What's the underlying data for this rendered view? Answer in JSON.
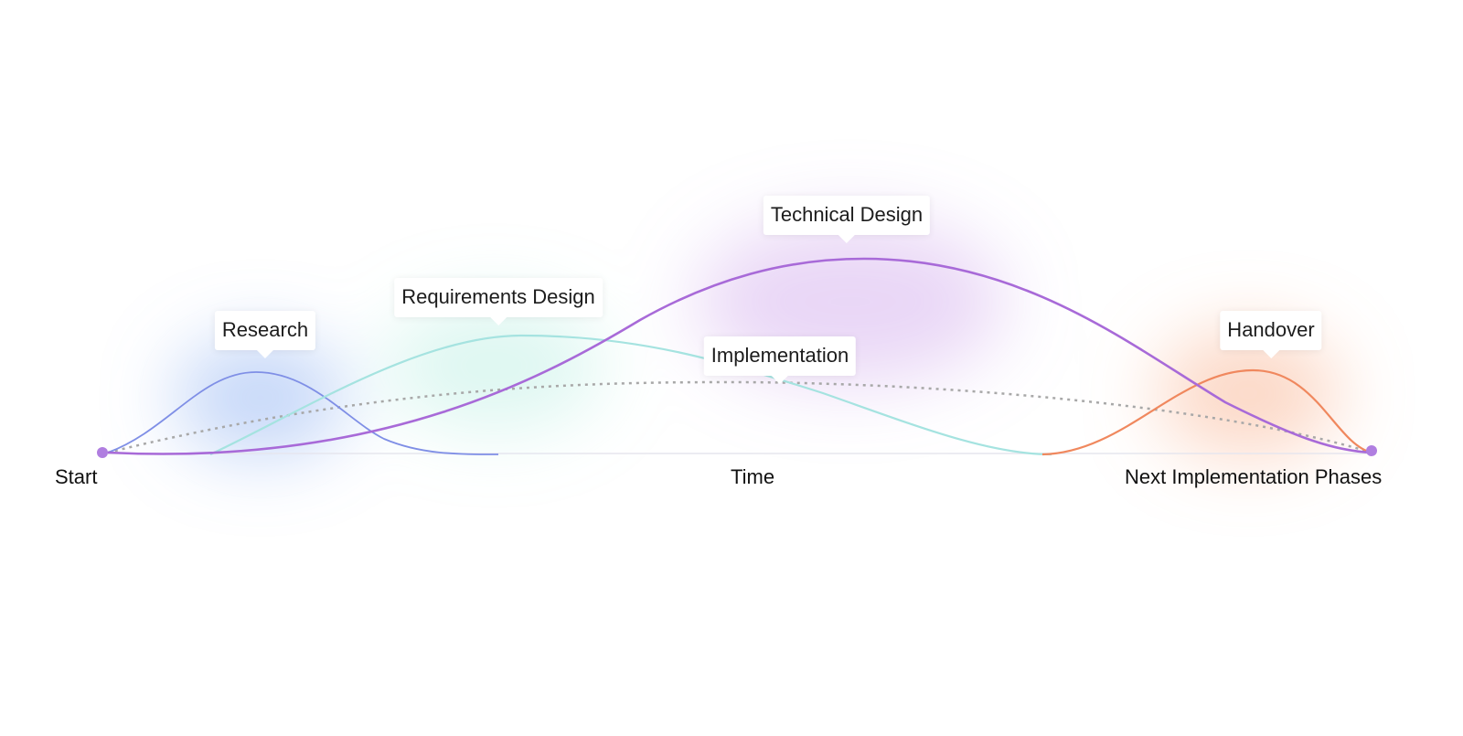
{
  "diagram": {
    "axis": {
      "start_label": "Start",
      "middle_label": "Time",
      "end_label": "Next Implementation Phases"
    },
    "phases": [
      {
        "id": "research",
        "label": "Research",
        "color": "#7f8fe6",
        "glow": "#7fa6f0"
      },
      {
        "id": "requirements-design",
        "label": "Requirements Design",
        "color": "#a5e3e0",
        "glow": "#9fe8d8"
      },
      {
        "id": "technical-design",
        "label": "Technical Design",
        "color": "#a86ad8",
        "glow": "#c79ae9"
      },
      {
        "id": "implementation",
        "label": "Implementation",
        "color": "#a8a8a8",
        "glow": "#ffffff"
      },
      {
        "id": "handover",
        "label": "Handover",
        "color": "#f0885e",
        "glow": "#f8a880"
      }
    ],
    "endpoint_color": "#b07ee0",
    "baseline_color": "#e6e6ee"
  }
}
